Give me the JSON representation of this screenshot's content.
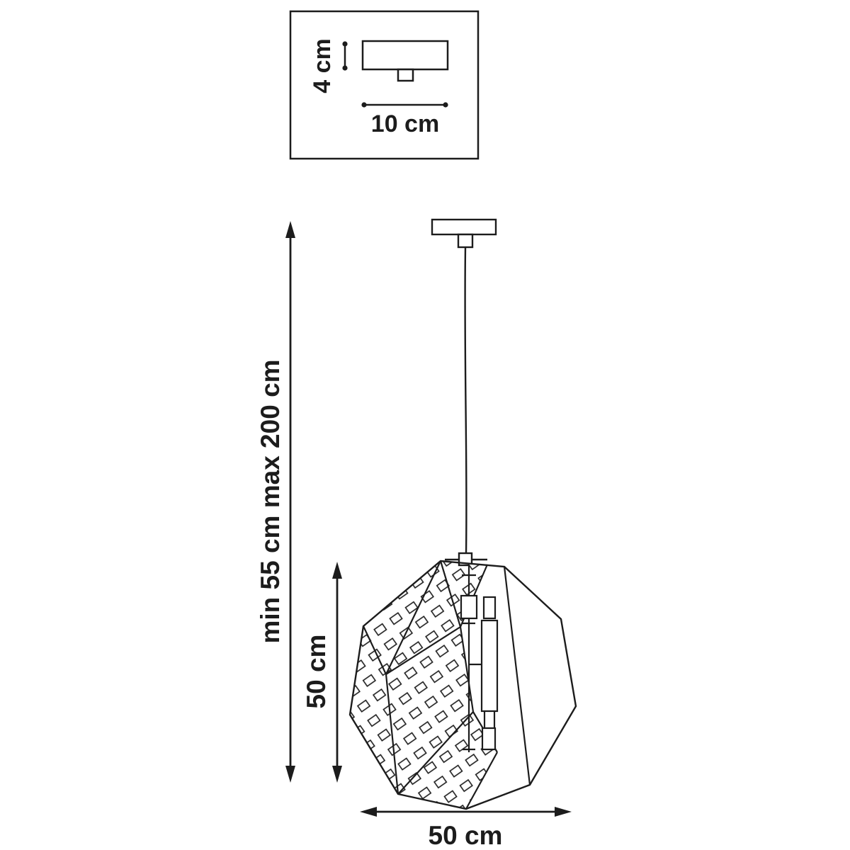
{
  "diagram_type": "pendant-lamp-dimension-drawing",
  "inset": {
    "canopy_height_label": "4 cm",
    "canopy_width_label": "10 cm"
  },
  "main": {
    "suspension_label": "min 55 cm max 200 cm",
    "shade_height_label": "50 cm",
    "shade_width_label": "50 cm"
  },
  "colors": {
    "line": "#1c1c1c",
    "background": "#ffffff"
  }
}
